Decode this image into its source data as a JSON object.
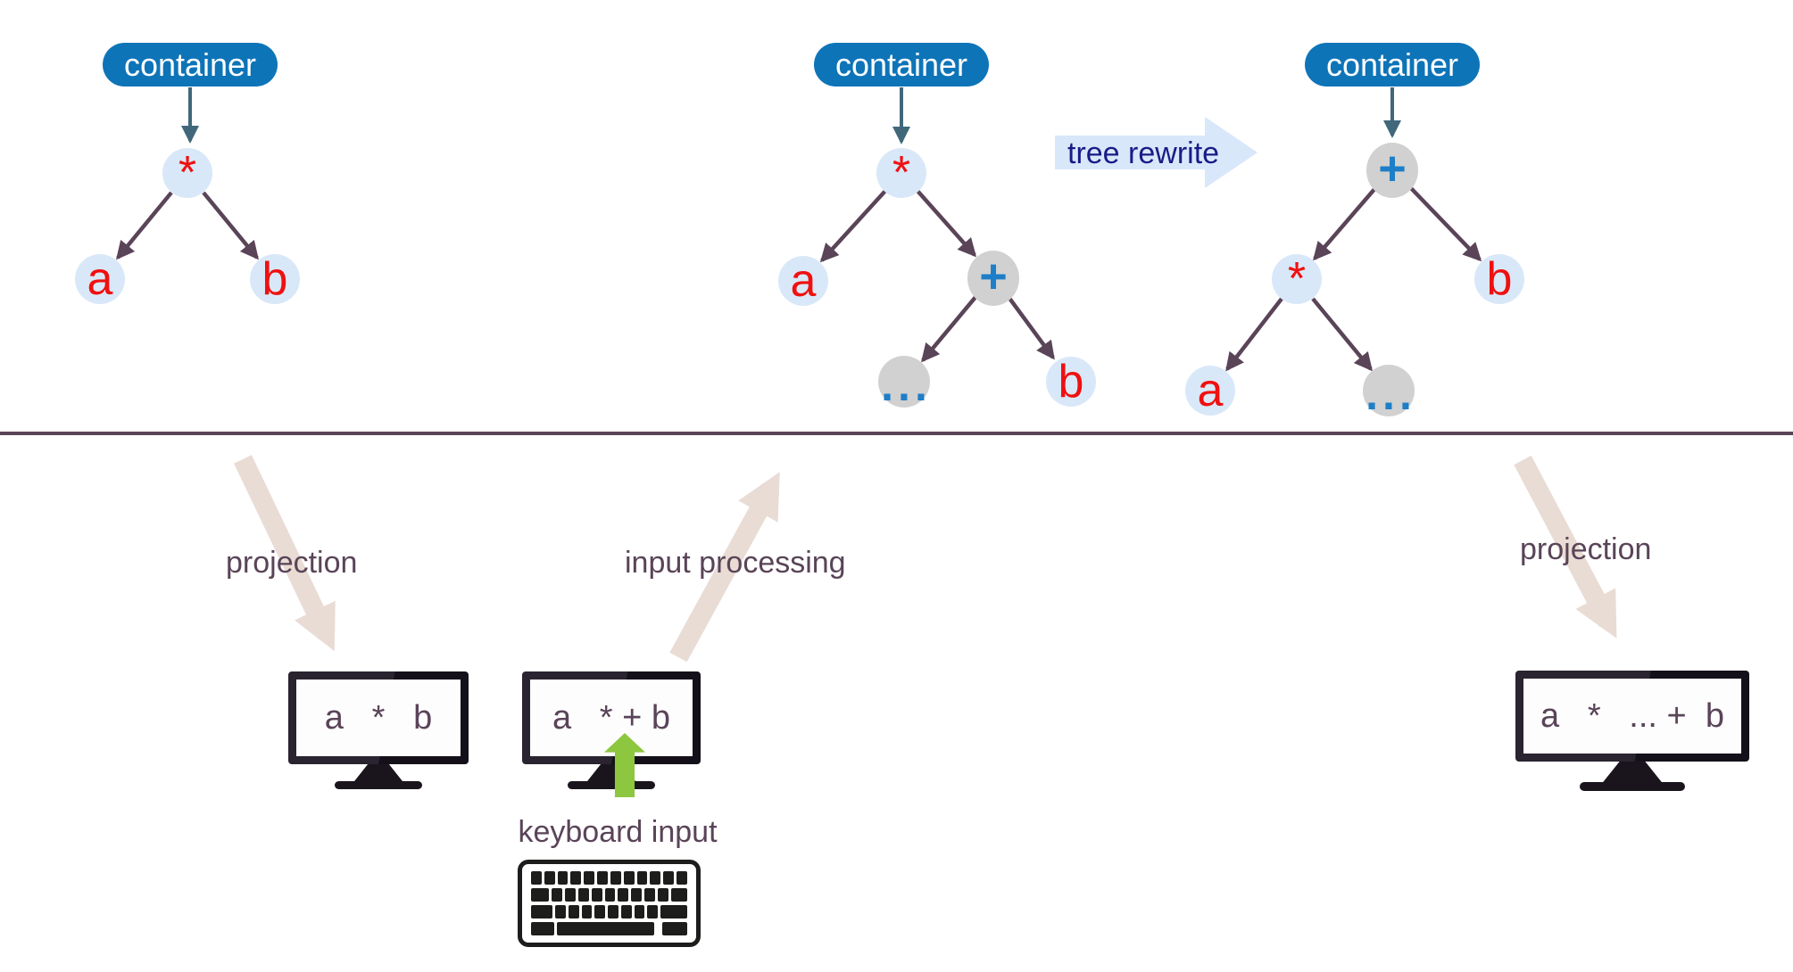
{
  "labels": {
    "tree_rewrite": "tree rewrite",
    "projection_left": "projection",
    "projection_right": "projection",
    "input_processing": "input processing",
    "keyboard_input": "keyboard input"
  },
  "trees": {
    "left": {
      "container": "container",
      "root": "*",
      "left_leaf": "a",
      "right_leaf": "b"
    },
    "middle": {
      "container": "container",
      "root": "*",
      "left_leaf": "a",
      "plus": "+",
      "ellipsis": "...",
      "right_leaf": "b"
    },
    "right": {
      "container": "container",
      "root": "+",
      "star": "*",
      "right_leaf": "b",
      "left_leaf": "a",
      "ellipsis": "..."
    }
  },
  "monitors": {
    "left": {
      "text": "a   *   b"
    },
    "middle": {
      "text": "a   * + b"
    },
    "right": {
      "text": "a   *   ... +  b"
    }
  },
  "colors": {
    "container_fill": "#0e74b8",
    "node_light_blue": "#d9e8f8",
    "node_gray": "#d1d1d1",
    "leaf_red": "#f01010",
    "operator_blue": "#1e7ec8",
    "container_arrow_teal": "#41687a",
    "tree_edge_purple": "#5a4458",
    "divider_purple": "#5a4458",
    "process_arrow_beige": "#e9dcd4",
    "rewrite_arrow_fill": "#d9e7fa",
    "rewrite_text_navy": "#191c86",
    "label_text": "#5a4458",
    "green_arrow": "#8dc63f",
    "monitor_dark": "#1a151d",
    "keyboard_black": "#1d1d1b"
  }
}
